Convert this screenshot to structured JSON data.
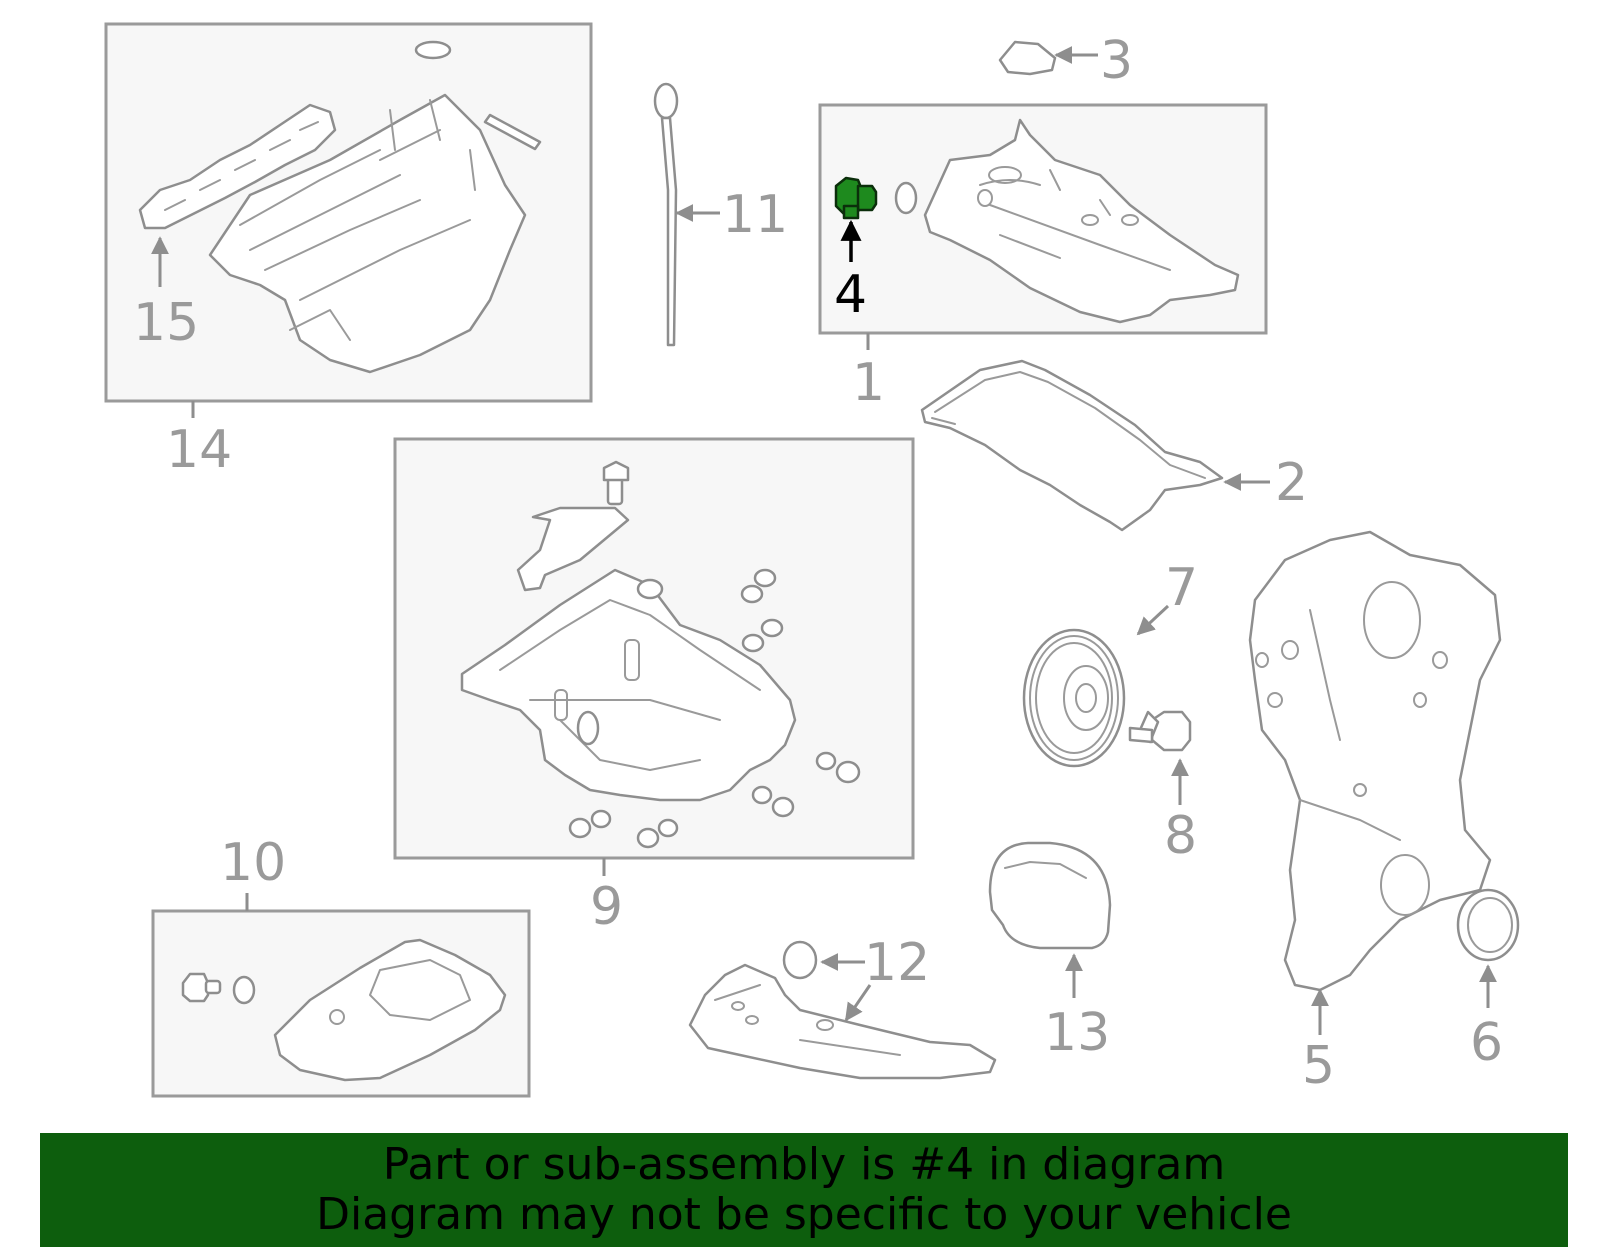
{
  "diagram": {
    "highlight_color": "#1e8a1e",
    "highlighted_part": "4",
    "callouts": {
      "c1": "1",
      "c2": "2",
      "c3": "3",
      "c4": "4",
      "c5": "5",
      "c6": "6",
      "c7": "7",
      "c8": "8",
      "c9": "9",
      "c10": "10",
      "c11": "11",
      "c12": "12",
      "c13": "13",
      "c14": "14",
      "c15": "15"
    }
  },
  "banner": {
    "line1": "Part or sub-assembly is #4 in diagram",
    "line2": "Diagram may not be specific to your vehicle",
    "background": "#0d5e0d"
  }
}
